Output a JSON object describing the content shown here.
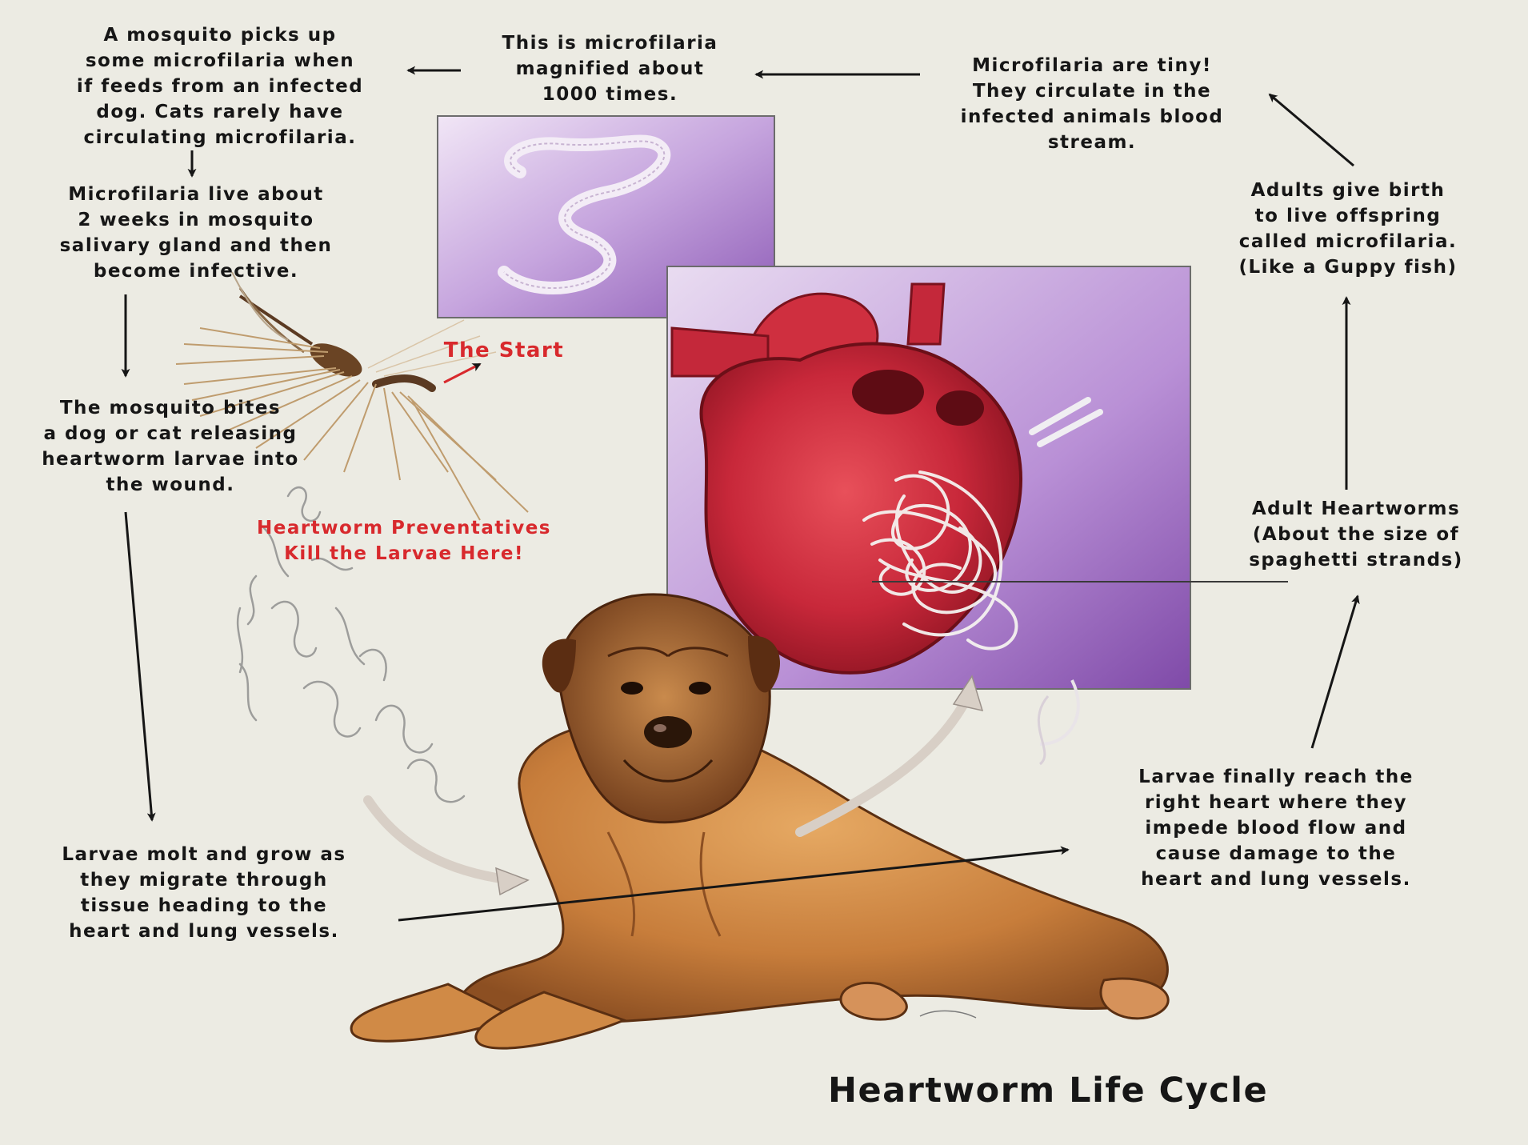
{
  "title": "Heartworm Life Cycle",
  "colors": {
    "background": "#ecebe3",
    "text": "#161616",
    "highlight": "#d8292d",
    "panel_purple": "#b58fd3"
  },
  "notes": {
    "mosquito_picks_up": "A mosquito picks up\nsome microfilaria when\nif feeds from an infected\ndog. Cats rarely have\ncirculating microfilaria.",
    "magnified": "This is  microfilaria\nmagnified about\n1000 times.",
    "microfilaria_tiny": "Microfilaria are tiny!\nThey circulate in the\ninfected animals blood\nstream.",
    "mosquito_salivary": "Microfilaria live about\n2 weeks in mosquito\nsalivary gland and then\nbecome infective.",
    "adults_give_birth": "Adults give birth\nto live offspring\ncalled microfilaria.\n(Like a Guppy fish)",
    "the_start": "The Start",
    "mosquito_bites": "The mosquito bites\na dog or cat releasing\nheartworm larvae into\nthe wound.",
    "preventatives": "Heartworm Preventatives\nKill the Larvae Here!",
    "adult_heartworms": "Adult Heartworms\n(About the size of\nspaghetti strands)",
    "larvae_reach_heart": "Larvae finally reach the\nright heart where they\nimpede blood flow and\ncause damage to the\nheart and lung vessels.",
    "larvae_molt": "Larvae molt and grow as\nthey migrate through\ntissue heading to the\nheart and lung vessels."
  },
  "illustrations": {
    "microfilaria_panel": "magnified-microfilaria-illustration",
    "heart_panel": "heart-with-heartworms-illustration",
    "mosquito": "mosquito-illustration",
    "dog": "mastiff-dog-illustration",
    "larvae": "migrating-larvae-illustration"
  }
}
